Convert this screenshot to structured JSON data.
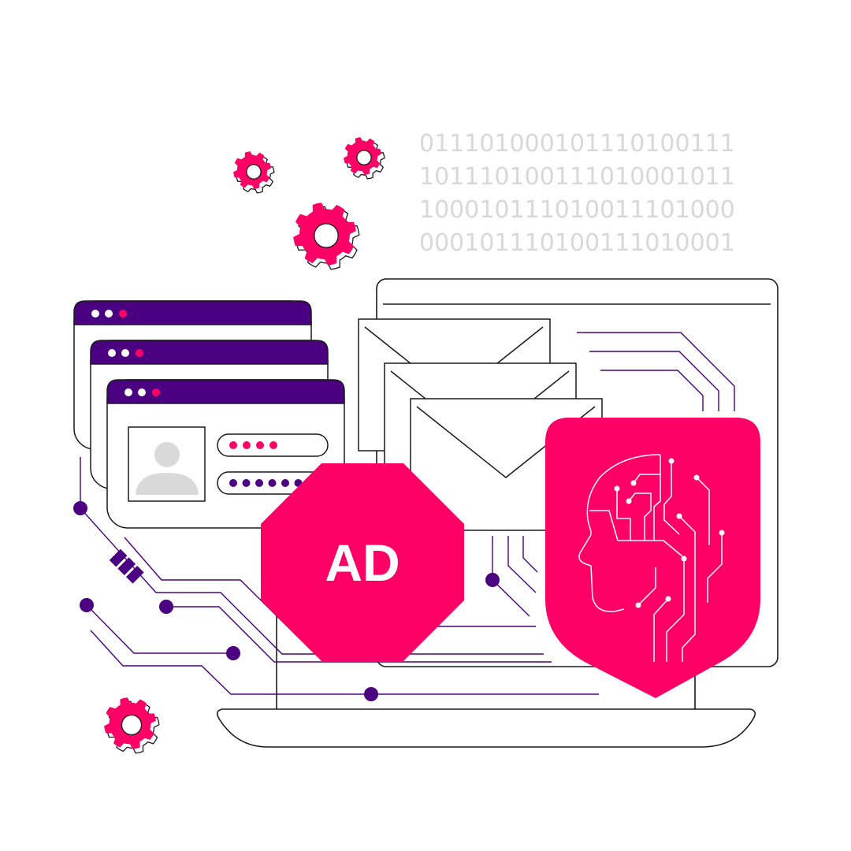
{
  "colors": {
    "accent": "#ff0066",
    "purple": "#4b0082",
    "outline": "#1a1a1a",
    "binary": "#d8d8d8"
  },
  "binary_rows": [
    "011101000101110100111",
    "101110100111010001011",
    "100010111010011101000",
    "000101110100111010001"
  ],
  "ad_sign": {
    "label": "AD",
    "icon": "octagon-stop-icon"
  },
  "shield": {
    "icon": "ai-head-circuit-icon"
  },
  "icons": [
    "gear-icon",
    "envelope-icon",
    "user-avatar-icon",
    "browser-window-icon",
    "laptop-icon"
  ]
}
